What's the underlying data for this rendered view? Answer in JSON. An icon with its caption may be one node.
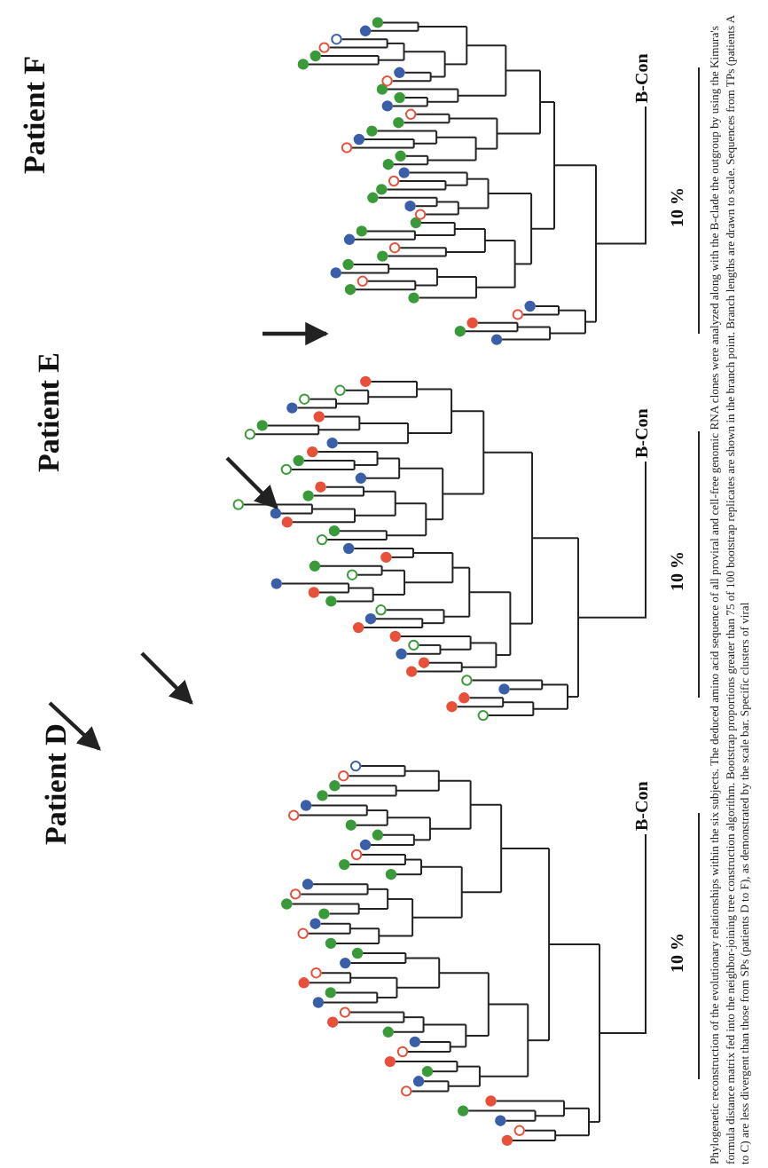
{
  "diagram": {
    "caption": "Phylogenetic reconstruction of the evolutionary relationships within the six subjects. The deduced amino acid sequence of all proviral and cell-free genomic RNA clones were analyzed along with the B-clade the outgroup by using the Kimura's formula distance matrix fed into the neighbor-joining tree construction algorithm. Bootstrap proportions greater than 75 of 100 bootstrap replicates are shown in the branch point. Branch lengths are drawn to scale. Sequences from TPs (patients A to C) are less divergent than those from SPs (patients D to F), as demonstrated by the scale bar. Specific clusters of viral",
    "labels": [
      "Patient D",
      "B-Con",
      "10 %",
      "Patient E",
      "B-Con",
      "10 %",
      "Patient F",
      "B-Con",
      "10 %"
    ]
  }
}
